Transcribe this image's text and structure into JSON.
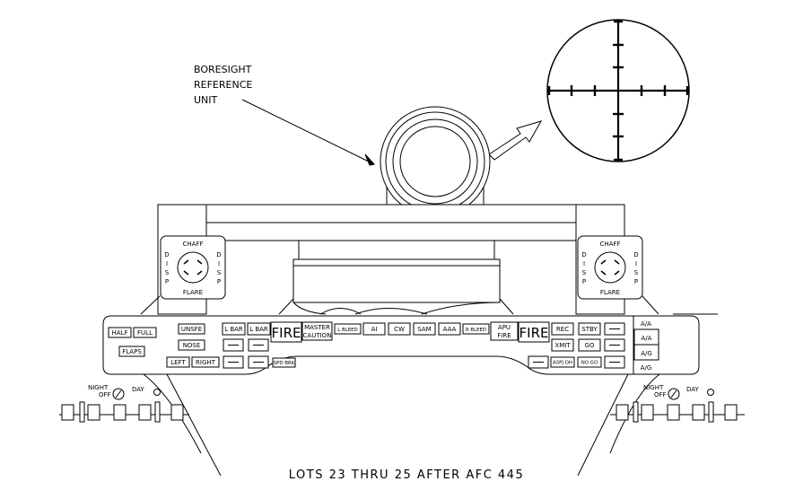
{
  "callout": {
    "line1": "BORESIGHT",
    "line2": "REFERENCE",
    "line3": "UNIT"
  },
  "caption": "LOTS 23 THRU 25 AFTER AFC 445",
  "dispenser": {
    "top": "CHAFF",
    "bottom": "FLARE",
    "side_letters": [
      "D",
      "I",
      "S",
      "P"
    ]
  },
  "panel": {
    "half": "HALF",
    "full": "FULL",
    "flaps": "FLAPS",
    "unsfe": "UNSFE",
    "nose": "NOSE",
    "left": "LEFT",
    "right": "RIGHT",
    "lbar1": "L BAR",
    "lbar2": "L BAR",
    "fire_left": "FIRE",
    "master_caution_1": "MASTER",
    "master_caution_2": "CAUTION",
    "l_bleed": "L BLEED",
    "ai": "AI",
    "cw": "CW",
    "sam": "SAM",
    "aaa": "AAA",
    "r_bleed": "R BLEED",
    "apu_fire_1": "APU",
    "apu_fire_2": "FIRE",
    "fire_right": "FIRE",
    "rec": "REC",
    "xmit": "XMIT",
    "stby": "STBY",
    "go": "GO",
    "no_go": "NO GO",
    "aspj_oh": "ASPJ OH",
    "spd_brk": "SPD BRK",
    "aa_top": "A/A",
    "aa_box": "A/A",
    "ag_box": "A/G",
    "ag_bottom": "A/G"
  },
  "switch": {
    "night": "NIGHT",
    "off": "OFF",
    "day": "DAY"
  }
}
